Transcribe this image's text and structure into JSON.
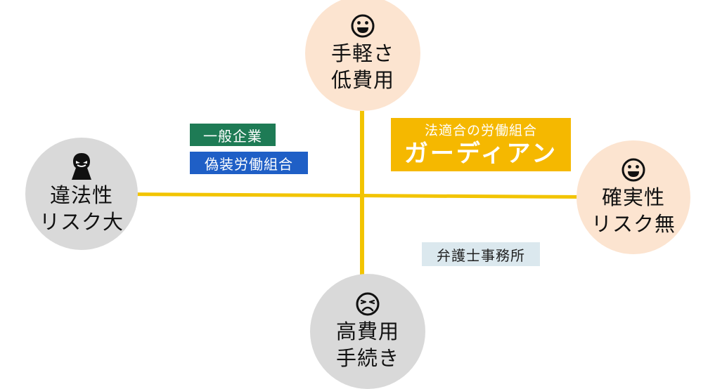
{
  "axes": {
    "color": "#f2c400"
  },
  "top": {
    "line1": "手軽さ",
    "line2": "低費用",
    "color": "#fce4d0",
    "icon": "smiley-face-icon"
  },
  "left": {
    "line1": "違法性",
    "line2": "リスク大",
    "color": "#d9d9d9",
    "icon": "villain-icon"
  },
  "right": {
    "line1": "確実性",
    "line2": "リスク無",
    "color": "#fce4d0",
    "icon": "smiley-face-icon"
  },
  "bottom": {
    "line1": "高費用",
    "line2": "手続き",
    "color": "#d9d9d9",
    "icon": "worried-face-icon"
  },
  "tags": {
    "general": {
      "text": "一般企業",
      "color": "#1e7b55"
    },
    "fake": {
      "text": "偽装労働組合",
      "color": "#1f5fc6"
    },
    "lawyer": {
      "text": "弁護士事務所",
      "color": "#dbe8ee"
    }
  },
  "guardian": {
    "sub": "法適合の労働組合",
    "main": "ガーディアン",
    "color": "#f5b800"
  }
}
